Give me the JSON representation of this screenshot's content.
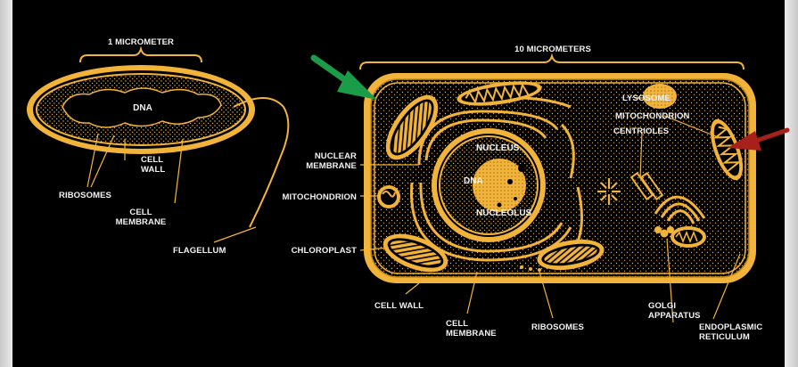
{
  "colors": {
    "background": "#000000",
    "cell": "#f2b33a",
    "cell_dark": "#c78a14",
    "label": "#f2f2f2",
    "arrow_green": "#1a9c48",
    "arrow_red": "#a8201a"
  },
  "prokaryote": {
    "scale": "1 MICROMETER",
    "dna": "DNA",
    "cell_wall": [
      "CELL",
      "WALL"
    ],
    "ribosomes": "RIBOSOMES",
    "cell_membrane": [
      "CELL",
      "MEMBRANE"
    ],
    "flagellum": "FLAGELLUM"
  },
  "eukaryote": {
    "scale": "10 MICROMETERS",
    "lysosome": "LYSOSOME",
    "mitochondrion_top": "MITOCHONDRION",
    "centrioles": "CENTRIOLES",
    "nucleus": "NUCLEUS",
    "dna": "DNA",
    "nucleolus": "NUCLEOLUS",
    "nuclear_membrane": [
      "NUCLEAR",
      "MEMBRANE"
    ],
    "mitochondrion_left": "MITOCHONDRION",
    "chloroplast": "CHLOROPLAST",
    "cell_wall": "CELL WALL",
    "cell_membrane": [
      "CELL",
      "MEMBRANE"
    ],
    "ribosomes": "RIBOSOMES",
    "golgi": [
      "GOLGI",
      "APPARATUS"
    ],
    "er": [
      "ENDOPLASMIC",
      "RETICULUM"
    ]
  }
}
